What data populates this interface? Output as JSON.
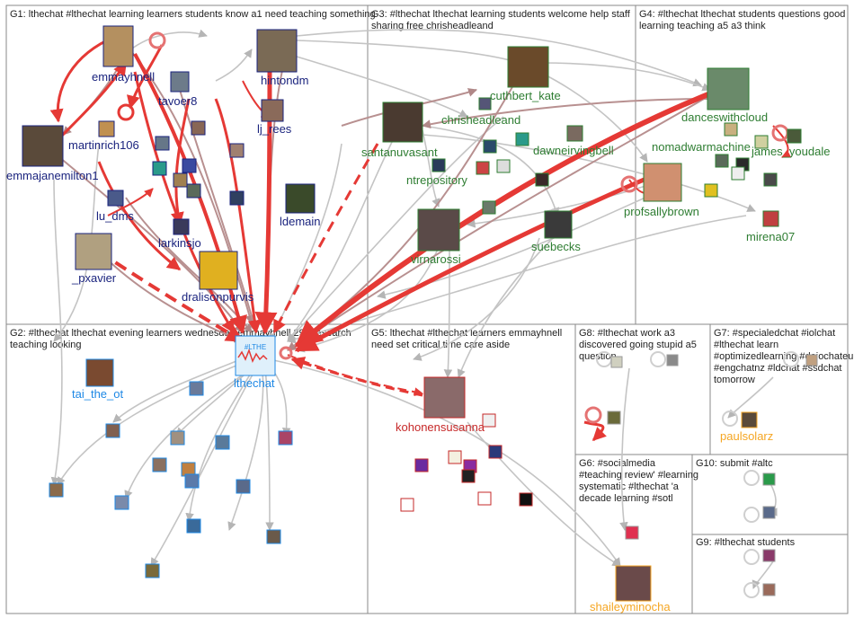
{
  "groups": [
    {
      "id": "G1",
      "lines": [
        "G1: lthechat #lthechat learning learners students know a1 need teaching something"
      ]
    },
    {
      "id": "G3",
      "lines": [
        "G3: #lthechat lthechat learning students welcome help staff",
        "sharing free chrisheadleand"
      ]
    },
    {
      "id": "G4",
      "lines": [
        "G4: #lthechat lthechat students questions good",
        "learning teaching a5 a3 think"
      ]
    },
    {
      "id": "G2",
      "lines": [
        "G2: #lthechat lthechat evening learners wednesday emmayhnell 293 research",
        "teaching looking"
      ]
    },
    {
      "id": "G5",
      "lines": [
        "G5: lthechat #lthechat learners emmayhnell",
        "need set critical time care aside"
      ]
    },
    {
      "id": "G8",
      "lines": [
        "G8: #lthechat work a3",
        "discovered going stupid a5",
        "question"
      ]
    },
    {
      "id": "G7",
      "lines": [
        "G7: #specialedchat #iolchat",
        "#lthechat learn",
        "#optimizedlearning #dojochateu",
        "#engchatnz #ldchat #ssdchat",
        "tomorrow"
      ]
    },
    {
      "id": "G6",
      "lines": [
        "G6: #socialmedia",
        "#teaching review' #learning",
        "systematic #lthechat 'a",
        "decade learning #sotl"
      ]
    },
    {
      "id": "G10",
      "lines": [
        "G10: submit #altc"
      ]
    },
    {
      "id": "G9",
      "lines": [
        "G9: #lthechat students"
      ]
    }
  ],
  "labels": {
    "emmayhnell": "emmayhnell",
    "hintondm": "hintondm",
    "tavoer8": "tavoer8",
    "lj_rees": "lj_rees",
    "martinrich106": "martinrich106",
    "emmajanemilton1": "emmajanemilton1",
    "lu_dms": "lu_dms",
    "larkinsjo": "larkinsjo",
    "ldemain": "ldemain",
    "_pxavier": "_pxavier",
    "dralisonpurvis": "dralisonpurvis",
    "cuthbert_kate": "cuthbert_kate",
    "chrisheadleand": "chrisheadleand",
    "santanuvasant": "santanuvasant",
    "dawneirvingbell": "dawneirvingbell",
    "ntrepository": "ntrepository",
    "virnarossi": "virnarossi",
    "suebecks": "suebecks",
    "danceswithcloud": "danceswithcloud",
    "nomadwarmachine": "nomadwarmachine",
    "james_youdale": "james_youdale",
    "profsallybrown": "profsallybrown",
    "mirena07": "mirena07",
    "tai_the_ot": "tai_the_ot",
    "lthechat": "lthechat",
    "lthechat_logo": "#LTHE",
    "kohonensusanna": "kohonensusanna",
    "paulsolarz": "paulsolarz",
    "shaileyminocha": "shaileyminocha"
  },
  "colors": {
    "G1": "#1a237e",
    "G2": "#1e88e5",
    "G3": "#2e7d32",
    "G4": "#2e7d32",
    "G5": "#c62828",
    "G6": "#f5a623",
    "G7": "#f5a623",
    "edge_strong": "#e53935",
    "edge_weak": "#b0b0b0",
    "edge_mid": "#a88"
  }
}
